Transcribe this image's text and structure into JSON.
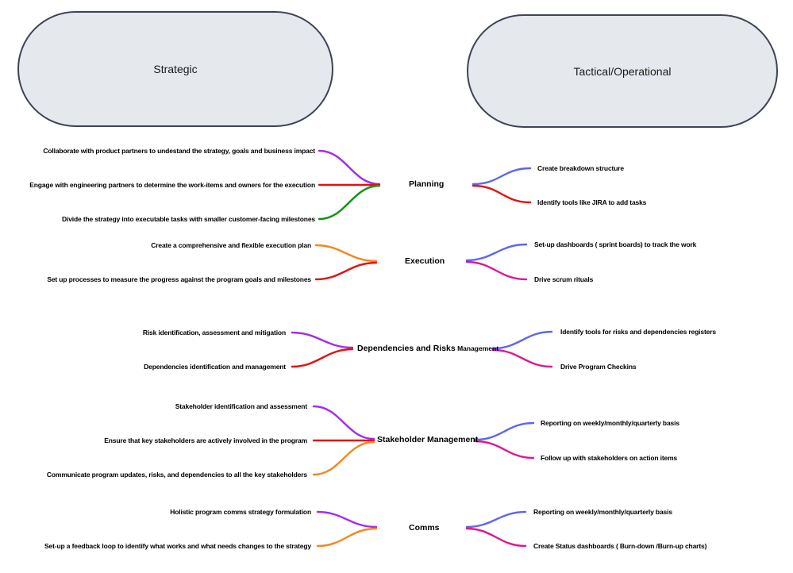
{
  "diagram": {
    "headers": [
      {
        "label": "Strategic"
      },
      {
        "label": "Tactical/Operational"
      }
    ],
    "header_style": {
      "fill": "#e5e8ec",
      "border": "#3d4455"
    },
    "sections": [
      {
        "node": "Planning",
        "node_suffix": "",
        "left": [
          {
            "label": "Collaborate with product partners to undestand the strategy, goals and business impact",
            "color": "#a32cf0"
          },
          {
            "label": "Engage with engineering partners to determine the work-items and owners for the execution",
            "color": "#e31212"
          },
          {
            "label": "Divide the strategy into executable tasks with smaller customer-facing milestones",
            "color": "#0e9413"
          }
        ],
        "right": [
          {
            "label": "Create breakdown structure",
            "color": "#5f65f0"
          },
          {
            "label": "Identify tools like JIRA to add tasks",
            "color": "#e31212"
          }
        ]
      },
      {
        "node": "Execution",
        "node_suffix": "",
        "left": [
          {
            "label": "Create a comprehensive and flexible execution plan",
            "color": "#f5861f"
          },
          {
            "label": "Set up processes to measure the progress against the program goals and milestones",
            "color": "#e31212"
          }
        ],
        "right": [
          {
            "label": "Set-up dashboards ( sprint boards) to track the work",
            "color": "#5f65f0"
          },
          {
            "label": "Drive scrum rituals",
            "color": "#e01890"
          }
        ]
      },
      {
        "node": "Dependencies and Risks",
        "node_suffix": " Management",
        "left": [
          {
            "label": "Risk identification, assessment and mitigation",
            "color": "#a32cf0"
          },
          {
            "label": "Dependencies identification and management",
            "color": "#e31212"
          }
        ],
        "right": [
          {
            "label": "Identify tools for risks and dependencies registers",
            "color": "#5f65f0"
          },
          {
            "label": "Drive Program Checkins",
            "color": "#e01890"
          }
        ]
      },
      {
        "node": "Stakeholder Management",
        "node_suffix": "",
        "left": [
          {
            "label": "Stakeholder identification and assessment",
            "color": "#a32cf0"
          },
          {
            "label": "Ensure that key stakeholders are actively involved in the program",
            "color": "#e31212"
          },
          {
            "label": "Communicate program updates, risks, and dependencies to all the key stakeholders",
            "color": "#f5861f"
          }
        ],
        "right": [
          {
            "label": "Reporting on weekly/monthly/quarterly basis",
            "color": "#5f65f0"
          },
          {
            "label": "Follow up with stakeholders on action items",
            "color": "#e01890"
          }
        ]
      },
      {
        "node": "Comms",
        "node_suffix": "",
        "left": [
          {
            "label": "Holistic program comms strategy formulation",
            "color": "#a32cf0"
          },
          {
            "label": "Set-up a feedback loop to identify what works and what needs changes to the strategy",
            "color": "#f5861f"
          }
        ],
        "right": [
          {
            "label": "Reporting on weekly/monthly/quarterly basis",
            "color": "#5f65f0"
          },
          {
            "label": "Create Status dashboards ( Burn-down /Burn-up charts)",
            "color": "#e01890"
          }
        ]
      }
    ]
  }
}
